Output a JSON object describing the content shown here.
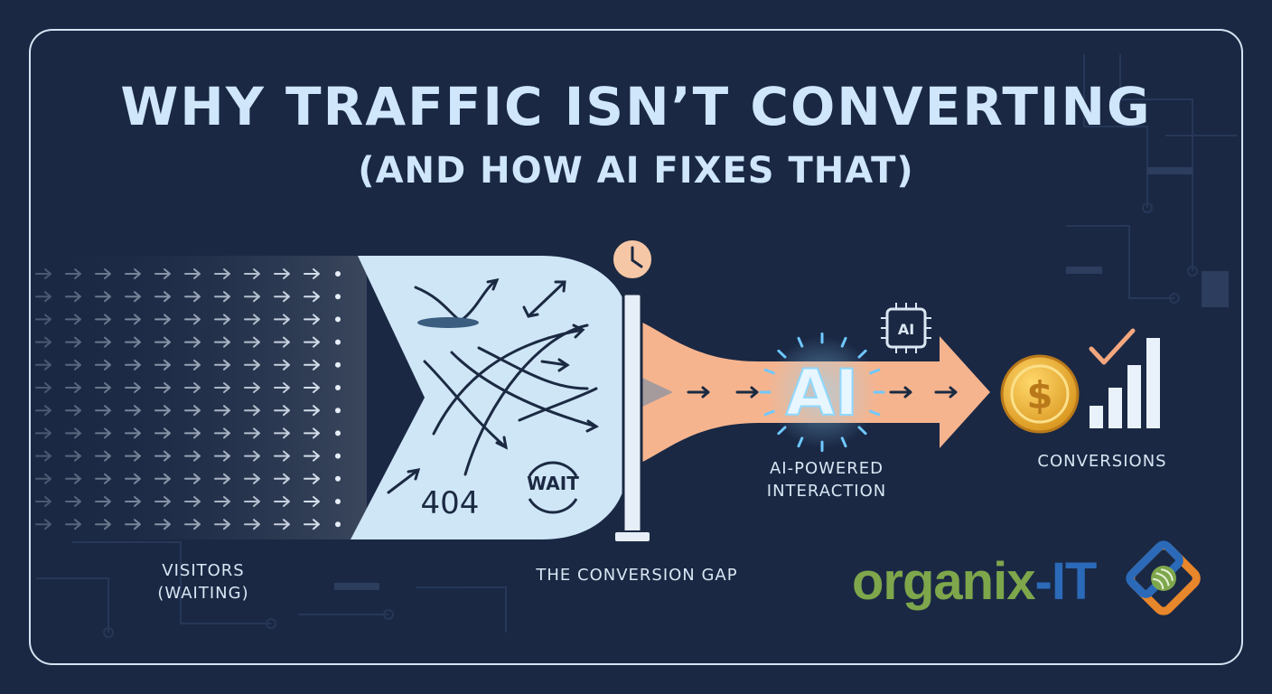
{
  "title": "WHY TRAFFIC ISN’T CONVERTING",
  "subtitle": "(AND HOW AI FIXES THAT)",
  "stages": {
    "visitors": "VISITORS (WAITING)",
    "gap": "THE CONVERSION GAP",
    "ai": "AI-POWERED INTERACTION",
    "conversions": "CONVERSIONS"
  },
  "chaos_texts": {
    "error": "404",
    "wait": "WAIT"
  },
  "ai_text": "AI",
  "chip_text": "AI",
  "coin_symbol": "$",
  "brand": {
    "part1": "organix",
    "part2": "-IT"
  },
  "colors": {
    "background": "#1a2844",
    "title": "#cfe6fb",
    "chaos_zone": "#cfe6f7",
    "ai_stream": "#f6b48e",
    "coin": "#f0b431",
    "bars": "#e9f2fb",
    "check": "#f4a77e",
    "brand_green": "#7ea64b",
    "brand_blue": "#2b6ab8",
    "brand_orange": "#e8862b"
  },
  "icons": [
    "clock-icon",
    "chip-icon",
    "coin-icon",
    "bar-chart-icon",
    "check-icon",
    "logo-icon",
    "arrow-icon"
  ],
  "bar_levels": [
    0.25,
    0.45,
    0.7,
    1.0
  ]
}
